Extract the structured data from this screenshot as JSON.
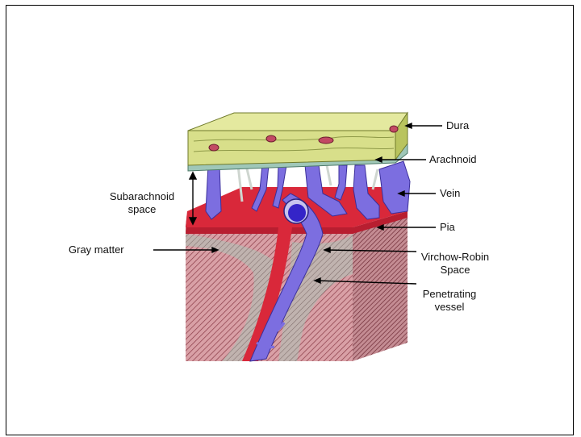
{
  "labels": {
    "dura": "Dura",
    "arachnoid": "Arachnoid",
    "vein": "Vein",
    "pia": "Pia",
    "virchow_robin_line1": "Virchow-Robin",
    "virchow_robin_line2": "Space",
    "penetrating_line1": "Penetrating",
    "penetrating_line2": "vessel",
    "subarachnoid_line1": "Subarachnoid",
    "subarachnoid_line2": "space",
    "gray_matter": "Gray matter"
  },
  "colors": {
    "dura": "#d8df8a",
    "dura_side": "#b9c45e",
    "arachnoid": "#9fc7b8",
    "blood": "#d9283a",
    "vessel": "#7c6ee0",
    "gray_matter": "#d6a3a8",
    "hatch": "#8a3b47",
    "vein_lumen": "#3424c8"
  }
}
